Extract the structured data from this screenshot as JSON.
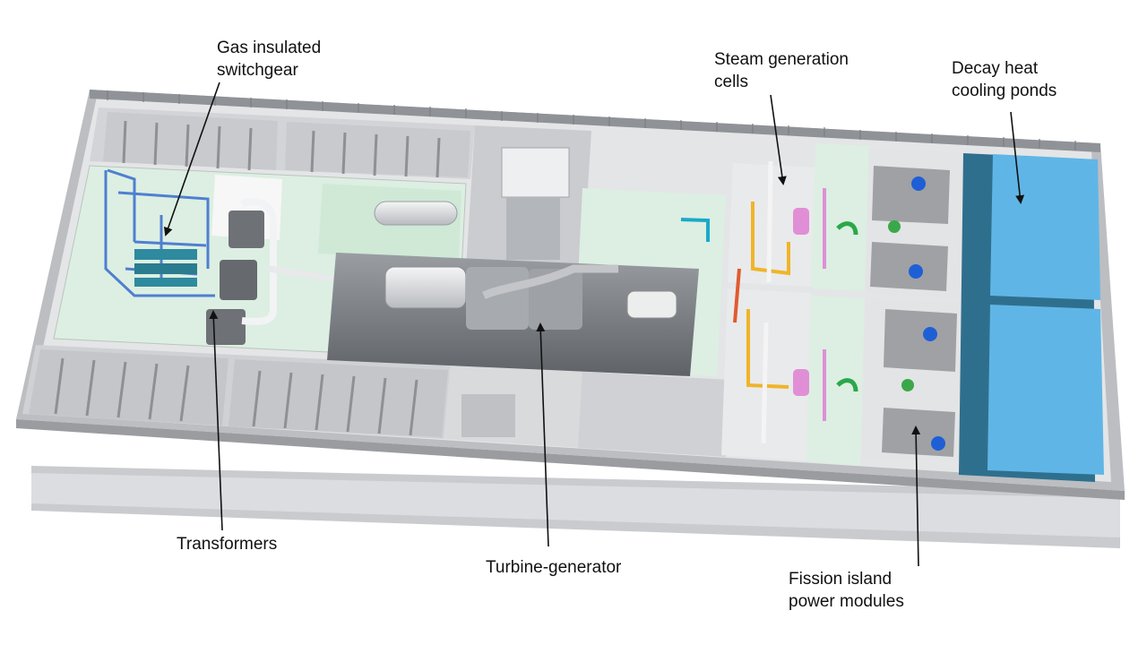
{
  "labels": {
    "gas_insulated_switchgear": [
      "Gas insulated",
      "switchgear"
    ],
    "transformers": [
      "Transformers"
    ],
    "turbine_generator": [
      "Turbine-generator"
    ],
    "steam_generation_cells": [
      "Steam generation",
      "cells"
    ],
    "decay_heat_cooling_ponds": [
      "Decay heat",
      "cooling ponds"
    ],
    "fission_island_power_modules": [
      "Fission island",
      "power modules"
    ]
  },
  "colors": {
    "wall": "#d6d7d9",
    "wall_dark": "#9ea0a3",
    "floor_green": "#dcefe2",
    "floor_grey": "#e7e8e9",
    "pond_blue": "#5fb6e6",
    "pipe_blue": "#4f7fd0",
    "pipe_yellow": "#f0b429",
    "pipe_pink": "#e08fd6",
    "module_blue": "#1f5fd6",
    "module_green": "#3aa84a",
    "arrow": "#111111"
  }
}
